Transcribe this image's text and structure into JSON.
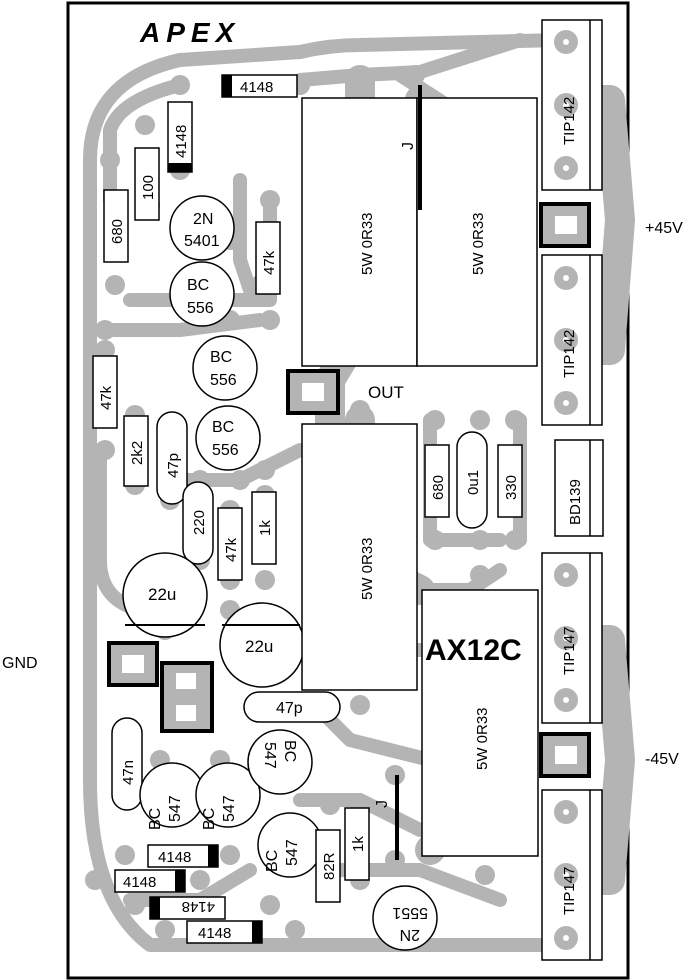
{
  "board": {
    "brand": "APEX",
    "model": "AX12C",
    "output": "OUT",
    "supply_pos": "+45V",
    "supply_neg": "-45V",
    "ground": "GND"
  },
  "components": {
    "d_4148_top": "4148",
    "d_4148_v": "4148",
    "r_100": "100",
    "r_680_l": "680",
    "q_2n5401_a": "2N",
    "q_2n5401_b": "5401",
    "r_47k_1": "47k",
    "q_bc556_1a": "BC",
    "q_bc556_1b": "556",
    "q_bc556_2a": "BC",
    "q_bc556_2b": "556",
    "q_bc556_3a": "BC",
    "q_bc556_3b": "556",
    "r_47k_2": "47k",
    "r_2k2": "2k2",
    "c_47p_1": "47p",
    "r_220": "220",
    "r_47k_3": "47k",
    "r_1k_1": "1k",
    "c_22u_1": "22u",
    "c_22u_2": "22u",
    "c_47p_2": "47p",
    "c_47n": "47n",
    "q_bc547_1a": "BC",
    "q_bc547_1b": "547",
    "q_bc547_2a": "BC",
    "q_bc547_2b": "547",
    "q_bc547_3a": "BC",
    "q_bc547_3b": "547",
    "q_bc547_4a": "BC",
    "q_bc547_4b": "547",
    "r_82r": "82R",
    "r_1k_2": "1k",
    "q_2n5551_a": "2N",
    "q_2n5551_b": "5551",
    "d_4148_b1": "4148",
    "d_4148_b2": "4148",
    "d_4148_b3": "4148",
    "d_4148_b4": "4148",
    "re_1": "5W 0R33",
    "re_2": "5W 0R33",
    "re_3": "5W 0R33",
    "re_4": "5W 0R33",
    "jumper_1": "J",
    "jumper_2": "J",
    "r_680_r": "680",
    "c_0u1": "0u1",
    "r_330": "330",
    "q_bd139": "BD139",
    "tip142_1": "TIP142",
    "tip142_2": "TIP142",
    "tip147_1": "TIP147",
    "tip147_2": "TIP147"
  },
  "colors": {
    "trace": "#b4b4b4",
    "outline": "#000000",
    "background": "#ffffff"
  }
}
